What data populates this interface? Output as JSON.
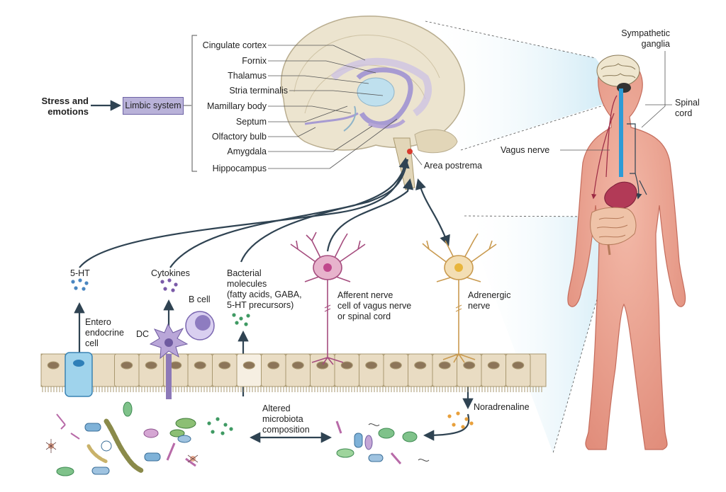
{
  "input": {
    "stress_line1": "Stress and",
    "stress_line2": "emotions",
    "limbic_system": "Limbic system"
  },
  "brain_labels": {
    "cingulate_cortex": "Cingulate cortex",
    "fornix": "Fornix",
    "thalamus": "Thalamus",
    "stria_terminalis": "Stria terminalis",
    "mamillary_body": "Mamillary body",
    "septum": "Septum",
    "olfactory_bulb": "Olfactory bulb",
    "amygdala": "Amygdala",
    "hippocampus": "Hippocampus",
    "area_postrema": "Area postrema"
  },
  "body_labels": {
    "sympathetic_line1": "Sympathetic",
    "sympathetic_line2": "ganglia",
    "spinal_line1": "Spinal",
    "spinal_line2": "cord",
    "vagus_nerve": "Vagus nerve"
  },
  "gut_labels": {
    "serotonin": "5-HT",
    "cytokines": "Cytokines",
    "bacterial_line1": "Bacterial",
    "bacterial_line2": "molecules",
    "bacterial_line3": "(fatty acids, GABA,",
    "bacterial_line4": "5-HT precursors)",
    "b_cell": "B cell",
    "dc": "DC",
    "entero_line1": "Entero",
    "entero_line2": "endocrine",
    "entero_line3": "cell",
    "afferent_line1": "Afferent nerve",
    "afferent_line2": "cell of vagus nerve",
    "afferent_line3": "or spinal cord",
    "adrenergic_line1": "Adrenergic",
    "adrenergic_line2": "nerve",
    "noradrenaline": "Noradrenaline",
    "altered_line1": "Altered",
    "altered_line2": "microbiota",
    "altered_line3": "composition"
  },
  "colors": {
    "arrow": "#2f4352",
    "limbic_fill": "#b9b2d9",
    "skin": "#eaa28f",
    "epithelium": "#e9dcc3",
    "neuron_afferent": "#e7b3cc",
    "neuron_adrenergic": "#f3deb4",
    "microbe_green": "#7fc28a",
    "microbe_blue": "#7fb2d8"
  },
  "icons": [
    "brain",
    "human-body",
    "afferent-neuron",
    "adrenergic-neuron",
    "b-cell",
    "dendritic-cell",
    "enteroendocrine-cell",
    "epithelium",
    "microbiota"
  ]
}
